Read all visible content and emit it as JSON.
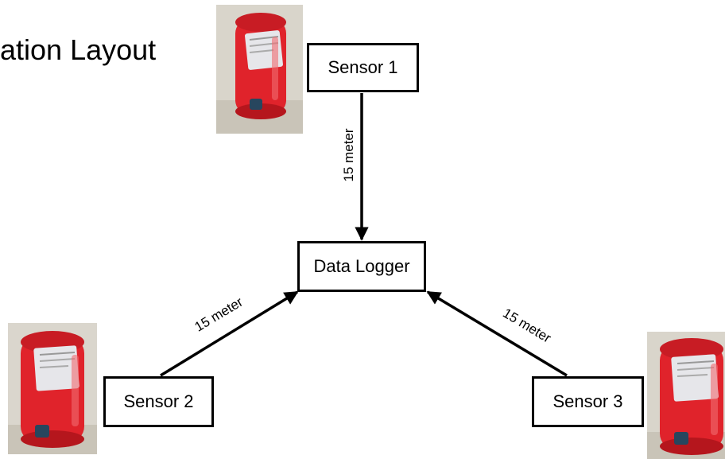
{
  "title": "ation Layout",
  "nodes": {
    "sensor1": "Sensor 1",
    "sensor2": "Sensor 2",
    "sensor3": "Sensor 3",
    "logger": "Data Logger"
  },
  "edges": [
    {
      "from": "Sensor 1",
      "to": "Data Logger",
      "label": "15 meter"
    },
    {
      "from": "Sensor 2",
      "to": "Data Logger",
      "label": "15 meter"
    },
    {
      "from": "Sensor 3",
      "to": "Data Logger",
      "label": "15 meter"
    }
  ],
  "colors": {
    "sensor_body": "#e0232b",
    "sensor_label": "#e6e6ea",
    "sensor_cap": "#27465e",
    "photo_background": "#dcd8cf",
    "line": "#000000"
  },
  "icons": {
    "sensor_photo": "red-cylindrical-sensor-photo"
  }
}
